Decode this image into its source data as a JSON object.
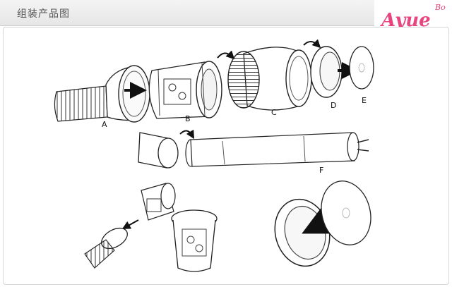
{
  "header": {
    "title": "组装产品图"
  },
  "logo": {
    "text": "Ayue",
    "sup": "Bo",
    "color": "#e8447f"
  },
  "labels": {
    "a": "A",
    "b": "B",
    "c": "C",
    "d": "D",
    "e": "E",
    "f": "F"
  },
  "colors": {
    "stroke": "#222222",
    "header_bg": "#eeeeee"
  }
}
